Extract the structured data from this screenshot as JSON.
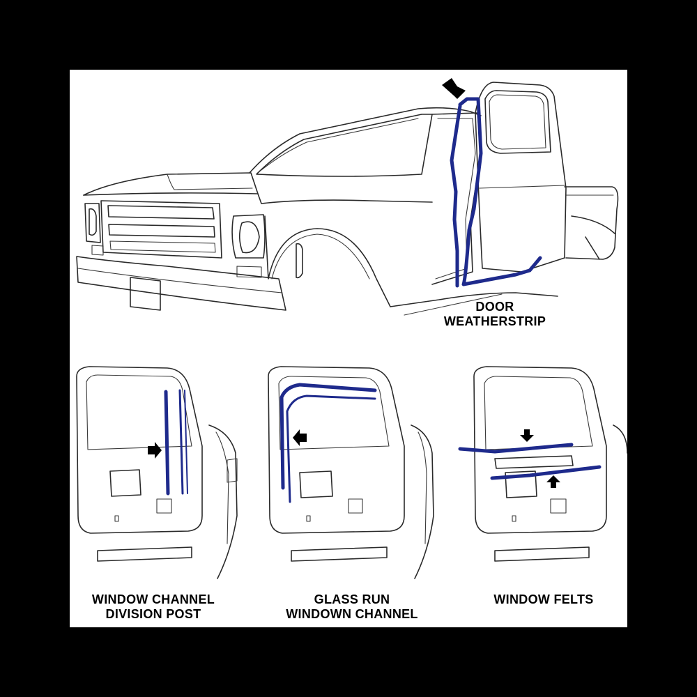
{
  "colors": {
    "background": "#000000",
    "panel": "#ffffff",
    "outline": "#2a2a2a",
    "highlight": "#1e2a8c",
    "arrow": "#000000"
  },
  "labels": {
    "door_weatherstrip": [
      "DOOR",
      "WEATHERSTRIP"
    ],
    "window_channel_division_post": [
      "WINDOW CHANNEL",
      "DIVISION POST"
    ],
    "glass_run_window_channel": [
      "GLASS RUN",
      "WINDOWN CHANNEL"
    ],
    "window_felts": [
      "WINDOW FELTS"
    ]
  }
}
